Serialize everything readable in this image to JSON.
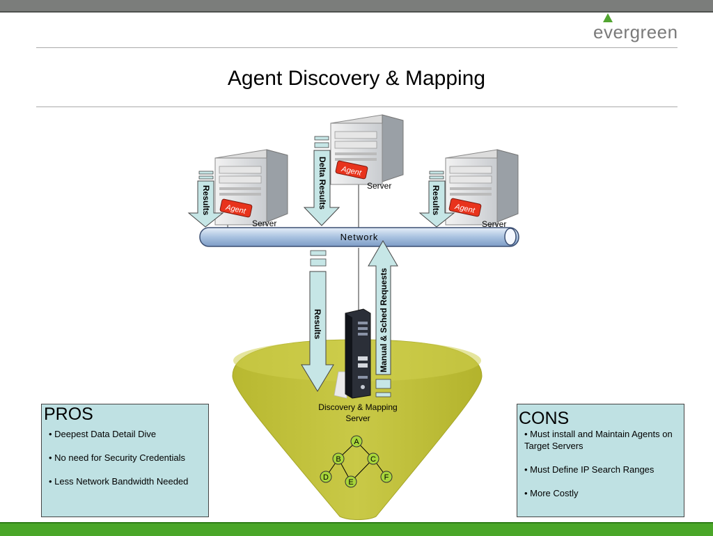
{
  "brand": {
    "logo_text": "evergreen"
  },
  "slide": {
    "title": "Agent Discovery & Mapping"
  },
  "diagram": {
    "network_label": "Network",
    "servers": [
      {
        "label": "Server",
        "agent_label": "Agent"
      },
      {
        "label": "Server",
        "agent_label": "Agent"
      },
      {
        "label": "Server",
        "agent_label": "Agent"
      }
    ],
    "arrows": {
      "left_results": "Results",
      "delta_results": "Delta Results",
      "right_results": "Results",
      "down_results": "Results",
      "up_requests": "Manual & Sched Requests"
    },
    "discovery_server": {
      "label_line1": "Discovery & Mapping",
      "label_line2": "Server"
    },
    "tree_nodes": [
      "A",
      "B",
      "C",
      "D",
      "E",
      "F"
    ]
  },
  "pros": {
    "heading": "PROS",
    "items": [
      "• Deepest Data Detail Dive",
      "• No need for Security Credentials",
      "• Less Network Bandwidth Needed"
    ]
  },
  "cons": {
    "heading": "CONS",
    "items": [
      "• Must install and Maintain Agents on Target Servers",
      "• Must Define IP Search Ranges",
      "• More Costly"
    ]
  },
  "colors": {
    "arrow_fill": "#c6e6e6",
    "box_fill": "#bfe1e3",
    "funnel_fill": "#c4c43c",
    "agent_red": "#e8331c",
    "node_green": "#a8d63a",
    "network_fill": "#a9c2e0",
    "accent_green": "#4aa628"
  }
}
